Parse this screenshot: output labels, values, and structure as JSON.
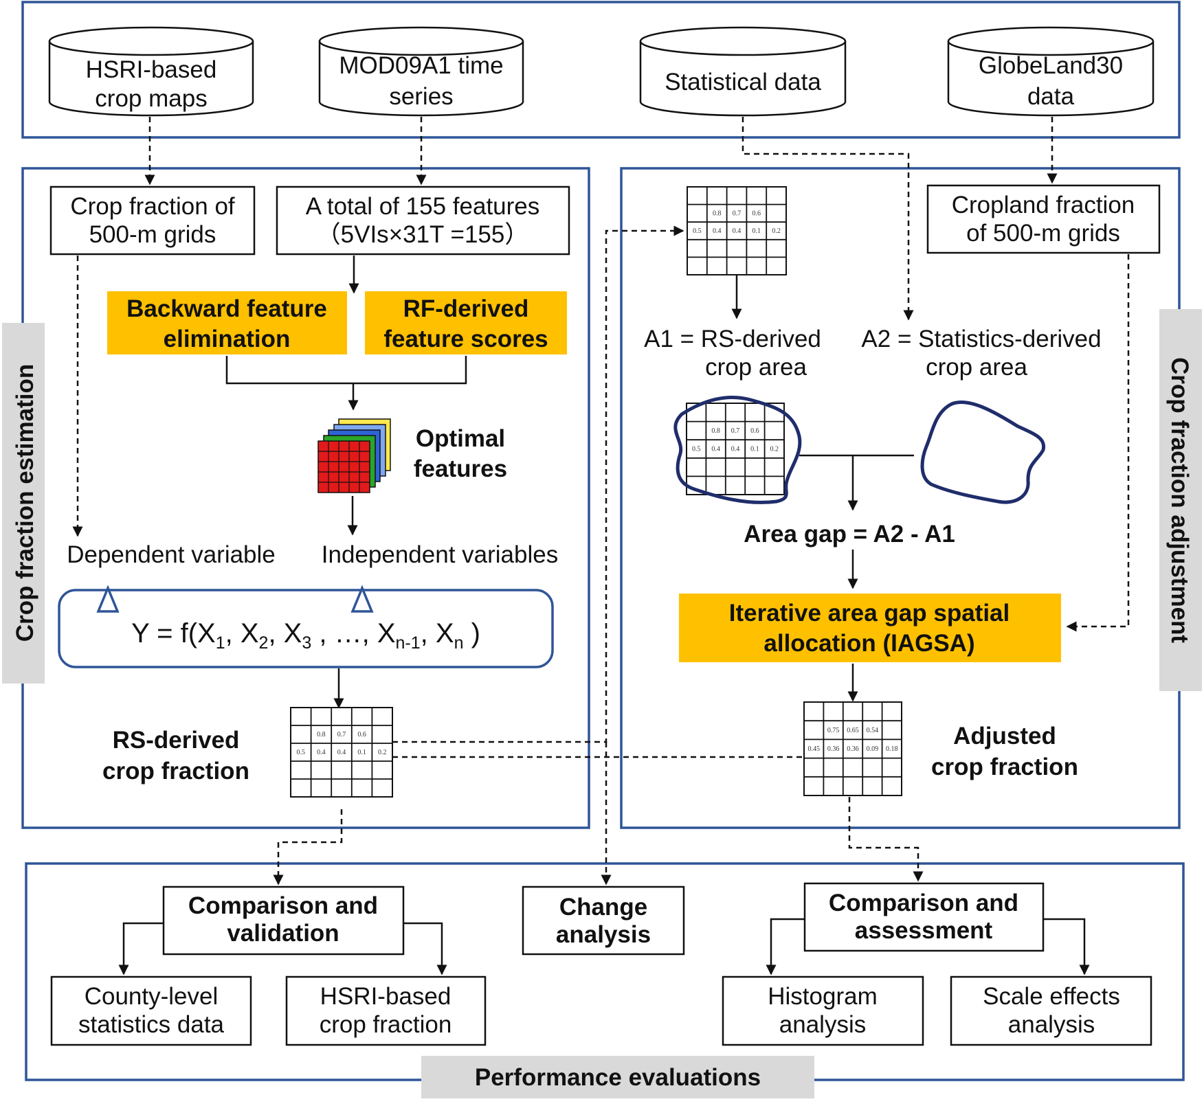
{
  "sources": {
    "hsri_maps": [
      "HSRI-based",
      "crop maps"
    ],
    "mod09a1": [
      "MOD09A1 time",
      "series"
    ],
    "statistical": "Statistical data",
    "globeland30": [
      "GlobeLand30",
      "data"
    ]
  },
  "left_panel": {
    "label": "Crop fraction estimation",
    "crop_fraction_box": [
      "Crop fraction of",
      "500-m grids"
    ],
    "features_box": [
      "A total of 155 features",
      "（5VIs×31T =155）"
    ],
    "backward_elim": [
      "Backward feature",
      "elimination"
    ],
    "rf_scores": [
      "RF-derived",
      "feature scores"
    ],
    "optimal_features": [
      "Optimal",
      "features"
    ],
    "dependent": "Dependent variable",
    "independent": "Independent variables",
    "formula": {
      "prefix": "Y = f(X",
      "sub1": "1",
      "sep2": ", X",
      "sub2": "2",
      "sep3": ", X",
      "sub3": "3",
      "sep4": " , …, X",
      "subn1": "n-1",
      "sep5": ", X",
      "subn": "n",
      "suffix": " )"
    },
    "rs_fraction": [
      "RS-derived",
      "crop fraction"
    ]
  },
  "right_panel": {
    "label": "Crop fraction adjustment",
    "cropland_box": [
      "Cropland fraction",
      "of 500-m grids"
    ],
    "a1": [
      "A1 = RS-derived",
      "crop area"
    ],
    "a2": [
      "A2 = Statistics-derived",
      "crop area"
    ],
    "area_gap": "Area gap = A2 - A1",
    "iagsa": [
      "Iterative area gap spatial",
      "allocation (IAGSA)"
    ],
    "adjusted": [
      "Adjusted",
      "crop fraction"
    ]
  },
  "grid_values": {
    "rs_row1": [
      "0.8",
      "0.7",
      "0.6"
    ],
    "rs_row2": [
      "0.5",
      "0.4",
      "0.4",
      "0.1",
      "0.2"
    ],
    "adj_row1": [
      "0.75",
      "0.65",
      "0.54"
    ],
    "adj_row2": [
      "0.45",
      "0.36",
      "0.36",
      "0.09",
      "0.18"
    ]
  },
  "bottom_panel": {
    "label": "Performance evaluations",
    "comparison_validation": [
      "Comparison and",
      "validation"
    ],
    "county_stats": [
      "County-level",
      "statistics data"
    ],
    "hsri_fraction": [
      "HSRI-based",
      "crop fraction"
    ],
    "change": [
      "Change",
      "analysis"
    ],
    "comparison_assessment": [
      "Comparison and",
      "assessment"
    ],
    "histogram": [
      "Histogram",
      "analysis"
    ],
    "scale_effects": [
      "Scale effects",
      "analysis"
    ]
  },
  "colors": {
    "panel_border": "#2f5597",
    "highlight": "#ffc000",
    "label_bg": "#d9d9d9",
    "blob_outline": "#1f2d6b"
  },
  "icons": {
    "database": "cylinder",
    "feature_stack": "stacked-colored-grids",
    "arrow_up": "hollow-triangle"
  }
}
